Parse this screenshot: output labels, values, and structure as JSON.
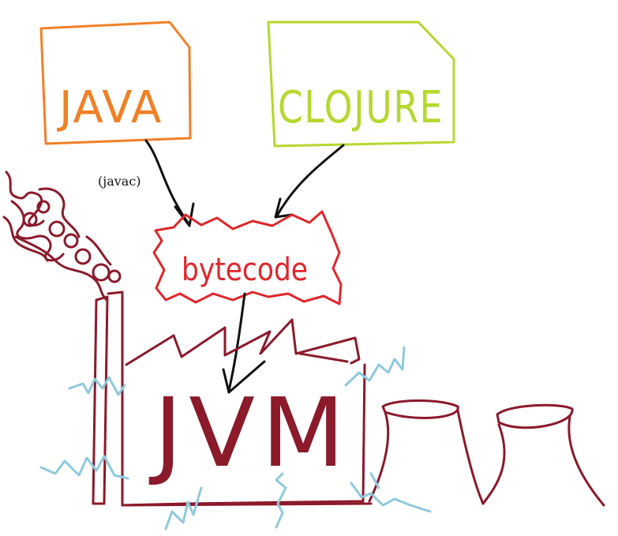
{
  "nodes": {
    "java": {
      "label": "JAVA",
      "color": "#f08026"
    },
    "clojure": {
      "label": "CLOJURE",
      "color": "#b5d82e"
    },
    "bytecode": {
      "label": "bytecode",
      "color": "#e0262a"
    },
    "jvm": {
      "label": "JVM",
      "color": "#8b1a2b"
    }
  },
  "edges": {
    "java_to_bytecode": {
      "label": "(javac)",
      "color": "#111111"
    },
    "clojure_to_bytecode": {
      "color": "#111111"
    },
    "bytecode_to_jvm": {
      "color": "#111111"
    }
  },
  "decorations": {
    "smoke_color": "#8b1a2b",
    "spark_color": "#8ec9dd",
    "factory_color": "#8b1a2b"
  }
}
